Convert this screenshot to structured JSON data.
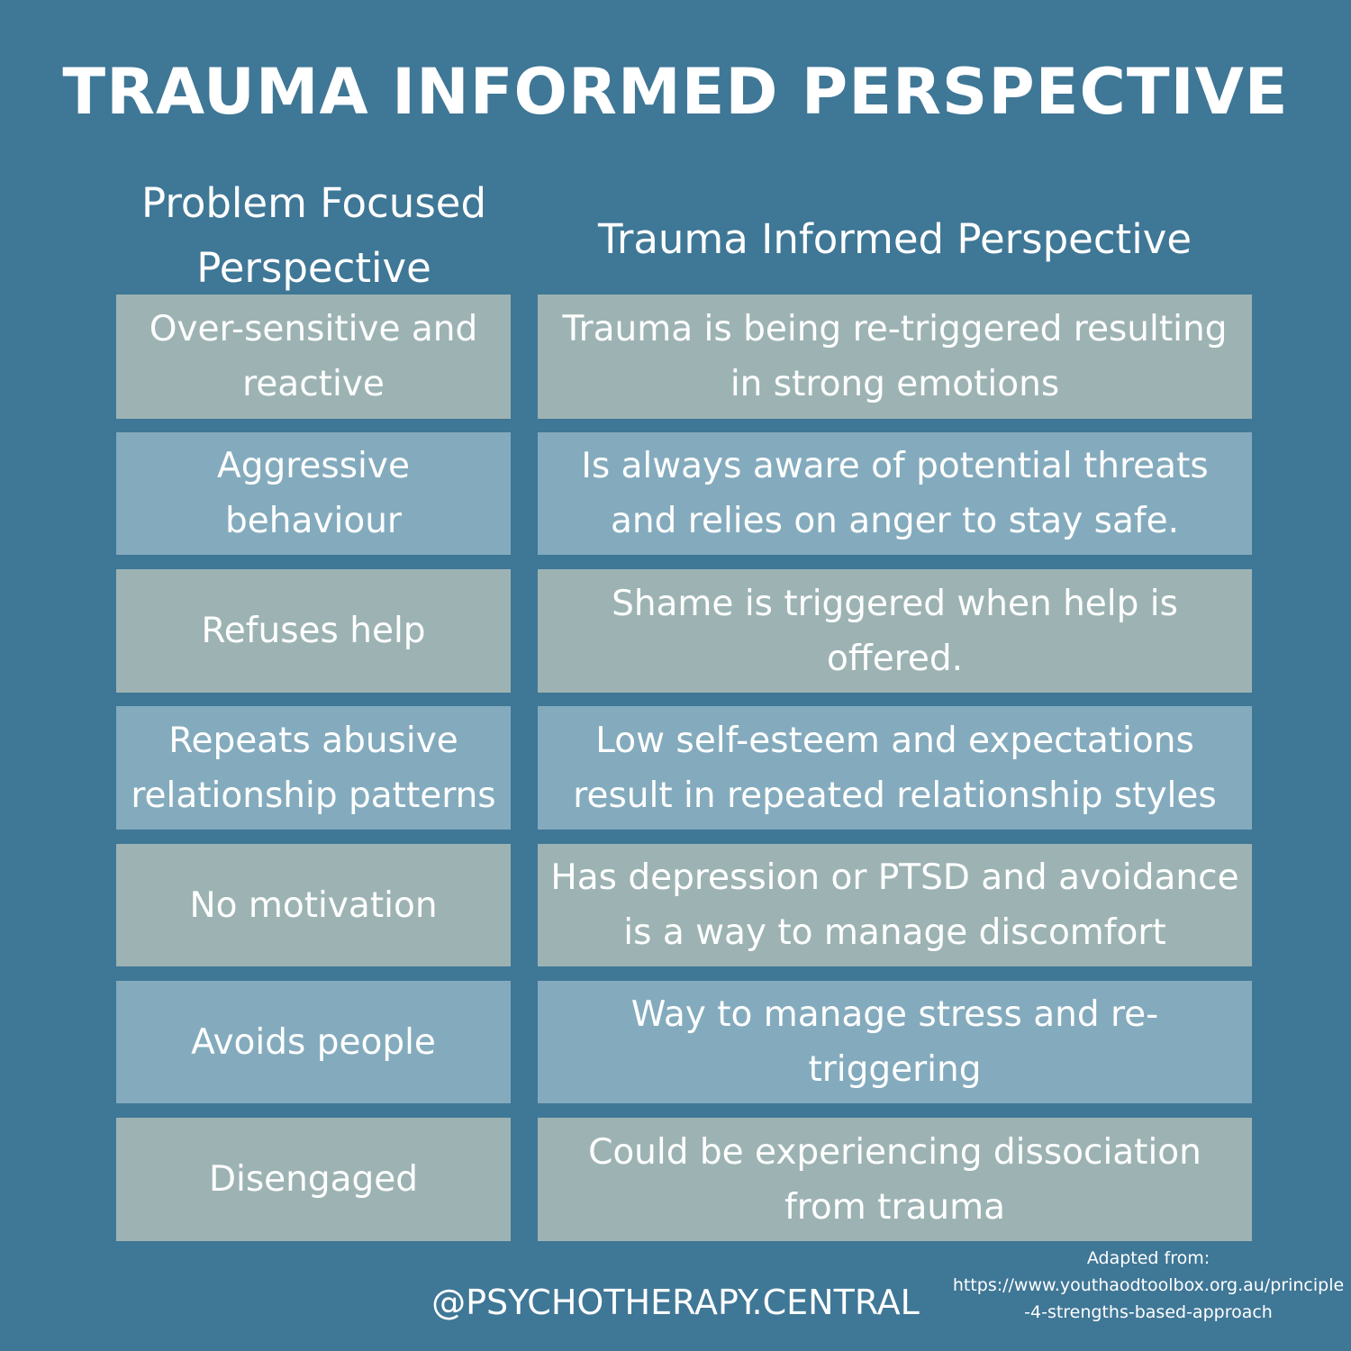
{
  "title": "TRAUMA INFORMED PERSPECTIVE",
  "columns": {
    "left": "Problem Focused Perspective",
    "right": "Trauma Informed Perspective"
  },
  "rows": [
    {
      "problem": "Over-sensitive and reactive",
      "trauma": "Trauma is being re-triggered resulting in strong emotions"
    },
    {
      "problem": "Aggressive behaviour",
      "trauma": "Is always aware of potential threats and relies on anger to stay safe."
    },
    {
      "problem": "Refuses help",
      "trauma": "Shame is triggered when help is offered."
    },
    {
      "problem": "Repeats abusive relationship patterns",
      "trauma": "Low self-esteem and expectations result in repeated relationship styles"
    },
    {
      "problem": "No motivation",
      "trauma": "Has depression or PTSD and avoidance is a way to manage discomfort"
    },
    {
      "problem": "Avoids people",
      "trauma": "Way to manage stress and re-triggering"
    },
    {
      "problem": "Disengaged",
      "trauma": "Could be experiencing dissociation from trauma"
    }
  ],
  "footer": {
    "handle": "@PSYCHOTHERAPY.CENTRAL",
    "source_label": "Adapted from:",
    "source_url": "https://www.youthaodtoolbox.org.au/principle-4-strengths-based-approach"
  },
  "colors": {
    "background": "#3f7796",
    "cell_gray": "#9db3b3",
    "cell_blue": "#84abbd",
    "text": "#ffffff"
  }
}
